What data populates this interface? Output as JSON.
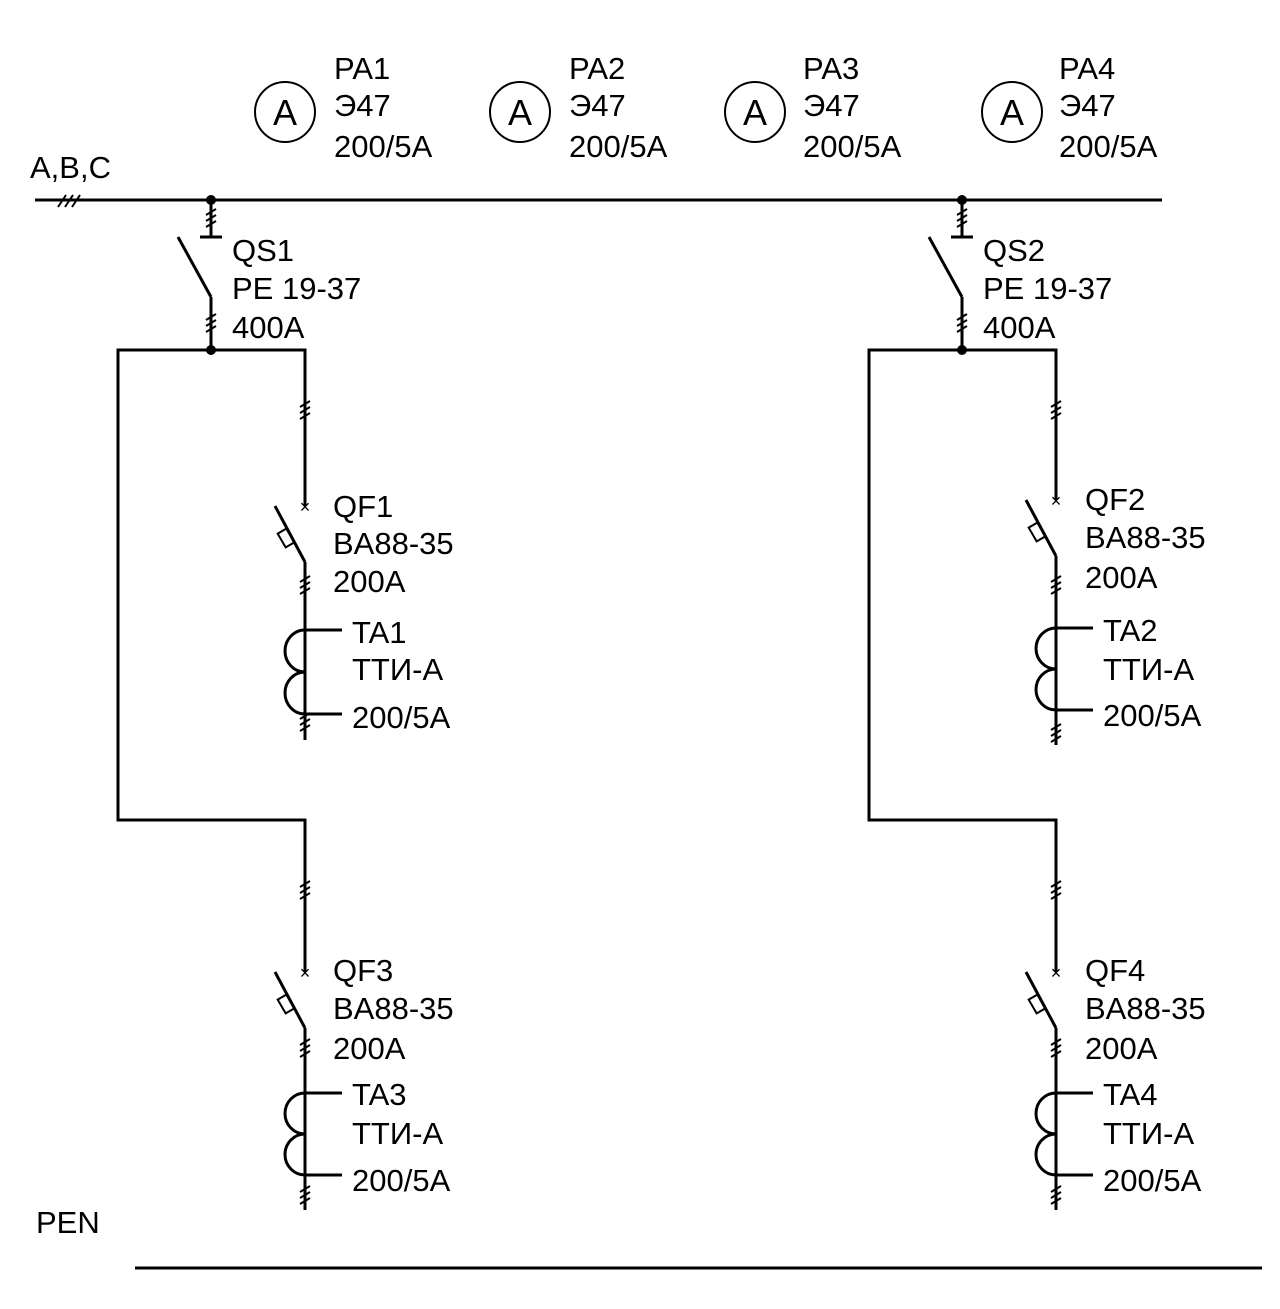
{
  "bus": {
    "label": "A,B,C"
  },
  "pen": {
    "label": "PEN"
  },
  "meters": [
    {
      "symbol": "A",
      "lines": [
        "PA1",
        "Э47",
        "200/5A"
      ]
    },
    {
      "symbol": "A",
      "lines": [
        "PA2",
        "Э47",
        "200/5A"
      ]
    },
    {
      "symbol": "A",
      "lines": [
        "PA3",
        "Э47",
        "200/5A"
      ]
    },
    {
      "symbol": "A",
      "lines": [
        "PA4",
        "Э47",
        "200/5A"
      ]
    }
  ],
  "switches": [
    {
      "lines": [
        "QS1",
        "PE 19-37",
        "400A"
      ]
    },
    {
      "lines": [
        "QS2",
        "PE 19-37",
        "400A"
      ]
    }
  ],
  "breakers": [
    {
      "lines": [
        "QF1",
        "BA88-35",
        "200A"
      ]
    },
    {
      "lines": [
        "QF2",
        "BA88-35",
        "200A"
      ]
    },
    {
      "lines": [
        "QF3",
        "BA88-35",
        "200A"
      ]
    },
    {
      "lines": [
        "QF4",
        "BA88-35",
        "200A"
      ]
    }
  ],
  "transformers": [
    {
      "lines": [
        "TA1",
        "ТТИ-А",
        "200/5A"
      ]
    },
    {
      "lines": [
        "TA2",
        "ТТИ-А",
        "200/5A"
      ]
    },
    {
      "lines": [
        "TA3",
        "ТТИ-А",
        "200/5A"
      ]
    },
    {
      "lines": [
        "TA4",
        "ТТИ-А",
        "200/5A"
      ]
    }
  ]
}
